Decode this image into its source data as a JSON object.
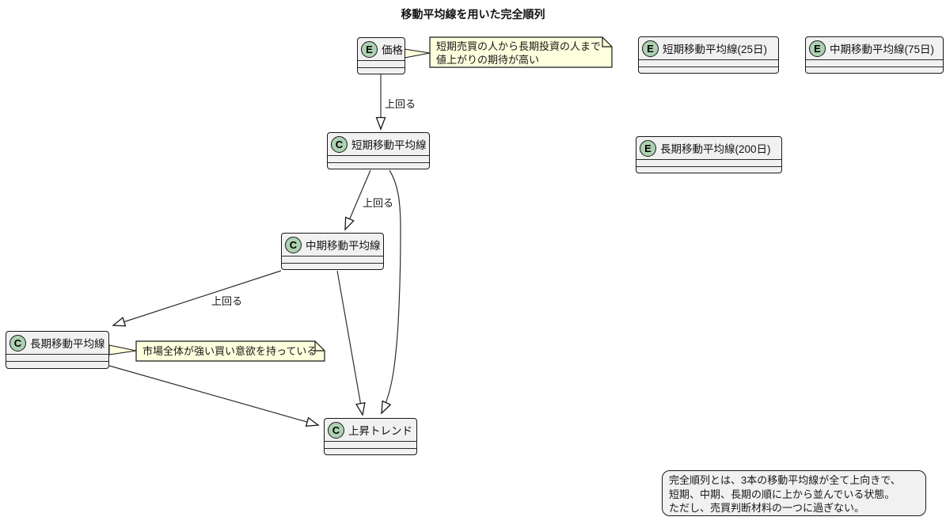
{
  "title": "移動平均線を用いた完全順列",
  "colors": {
    "spot_green": "#ADD1B2",
    "node_fill": "#F1F1F1",
    "note_fill": "#FEFFDD",
    "border": "#181818"
  },
  "nodes": {
    "price": {
      "stereotype": "E",
      "label": "価格"
    },
    "entity_short": {
      "stereotype": "E",
      "label": "短期移動平均線(25日)"
    },
    "entity_mid": {
      "stereotype": "E",
      "label": "中期移動平均線(75日)"
    },
    "entity_long": {
      "stereotype": "E",
      "label": "長期移動平均線(200日)"
    },
    "class_short": {
      "stereotype": "C",
      "label": "短期移動平均線"
    },
    "class_mid": {
      "stereotype": "C",
      "label": "中期移動平均線"
    },
    "class_long": {
      "stereotype": "C",
      "label": "長期移動平均線"
    },
    "uptrend": {
      "stereotype": "C",
      "label": "上昇トレンド"
    }
  },
  "edges": {
    "price_to_short": {
      "label": "上回る"
    },
    "short_to_mid": {
      "label": "上回る"
    },
    "mid_to_long": {
      "label": "上回る"
    }
  },
  "notes": {
    "price_note": {
      "line1": "短期売買の人から長期投資の人まで",
      "line2": "値上がりの期待が高い"
    },
    "long_note": {
      "line1": "市場全体が強い買い意欲を持っている"
    },
    "legend": {
      "line1": "完全順列とは、3本の移動平均線が全て上向きで、",
      "line2": "短期、中期、長期の順に上から並んでいる状態。",
      "line3": "ただし、売買判断材料の一つに過ぎない。"
    }
  }
}
